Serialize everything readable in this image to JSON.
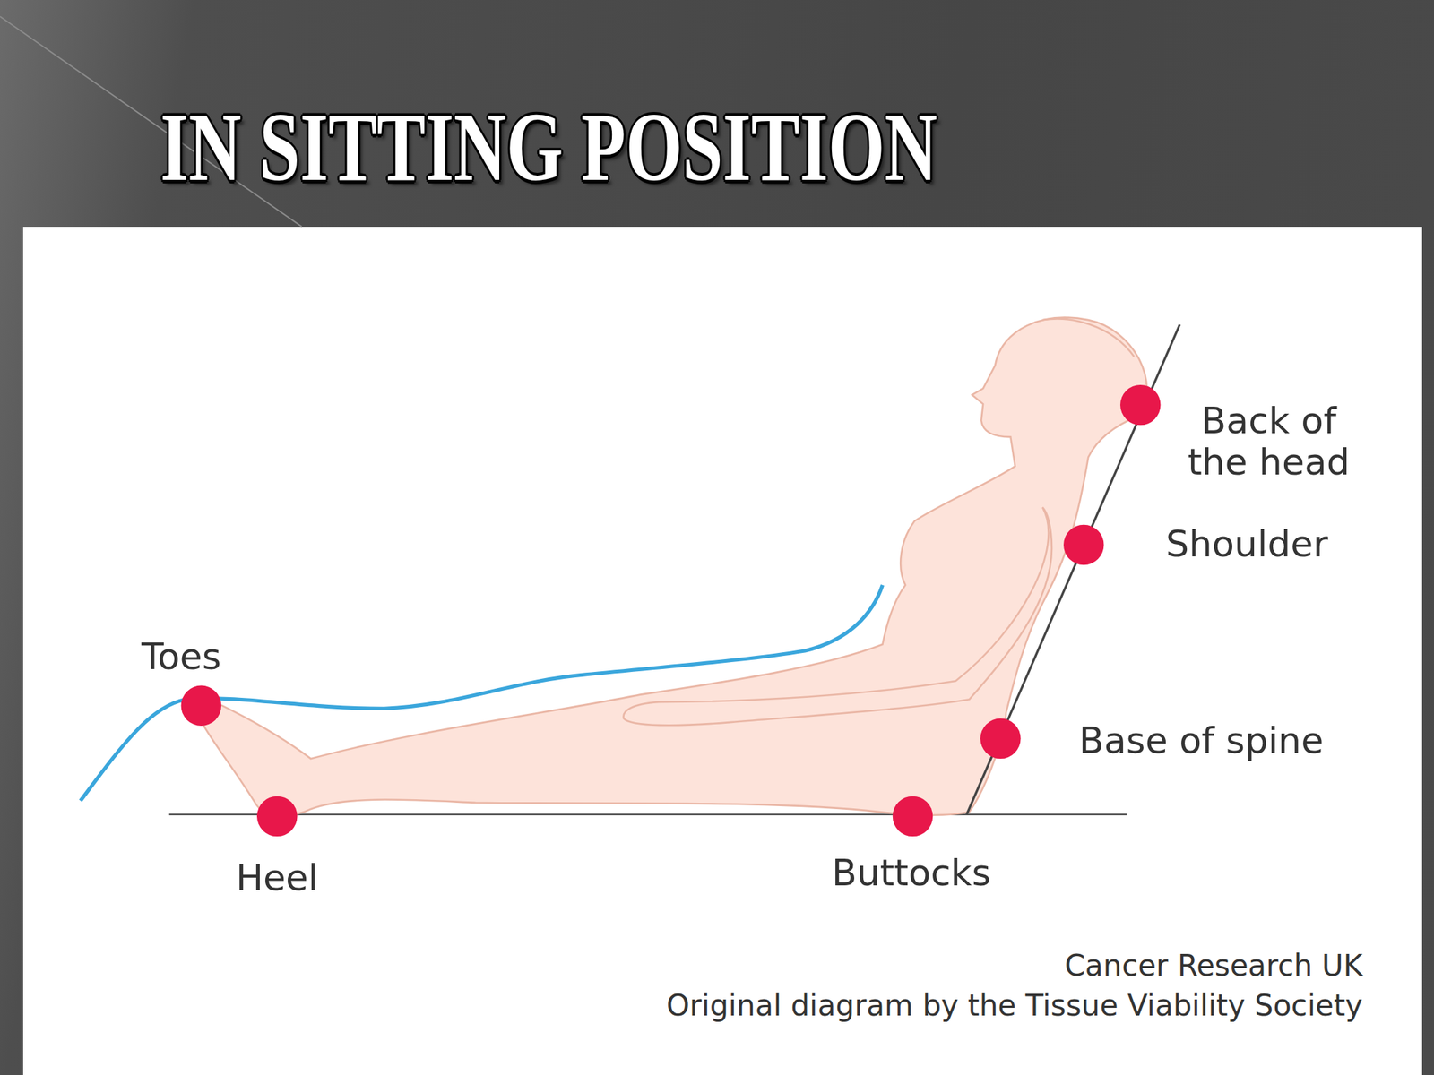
{
  "diagram": {
    "title": "IN SITTING POSITION",
    "labels": [
      "Back of the head",
      "Shoulder",
      "Base of spine",
      "Toes",
      "Heel",
      "Buttocks",
      "Cancer Research UK",
      "Original diagram by the Tissue Viability Society"
    ]
  }
}
